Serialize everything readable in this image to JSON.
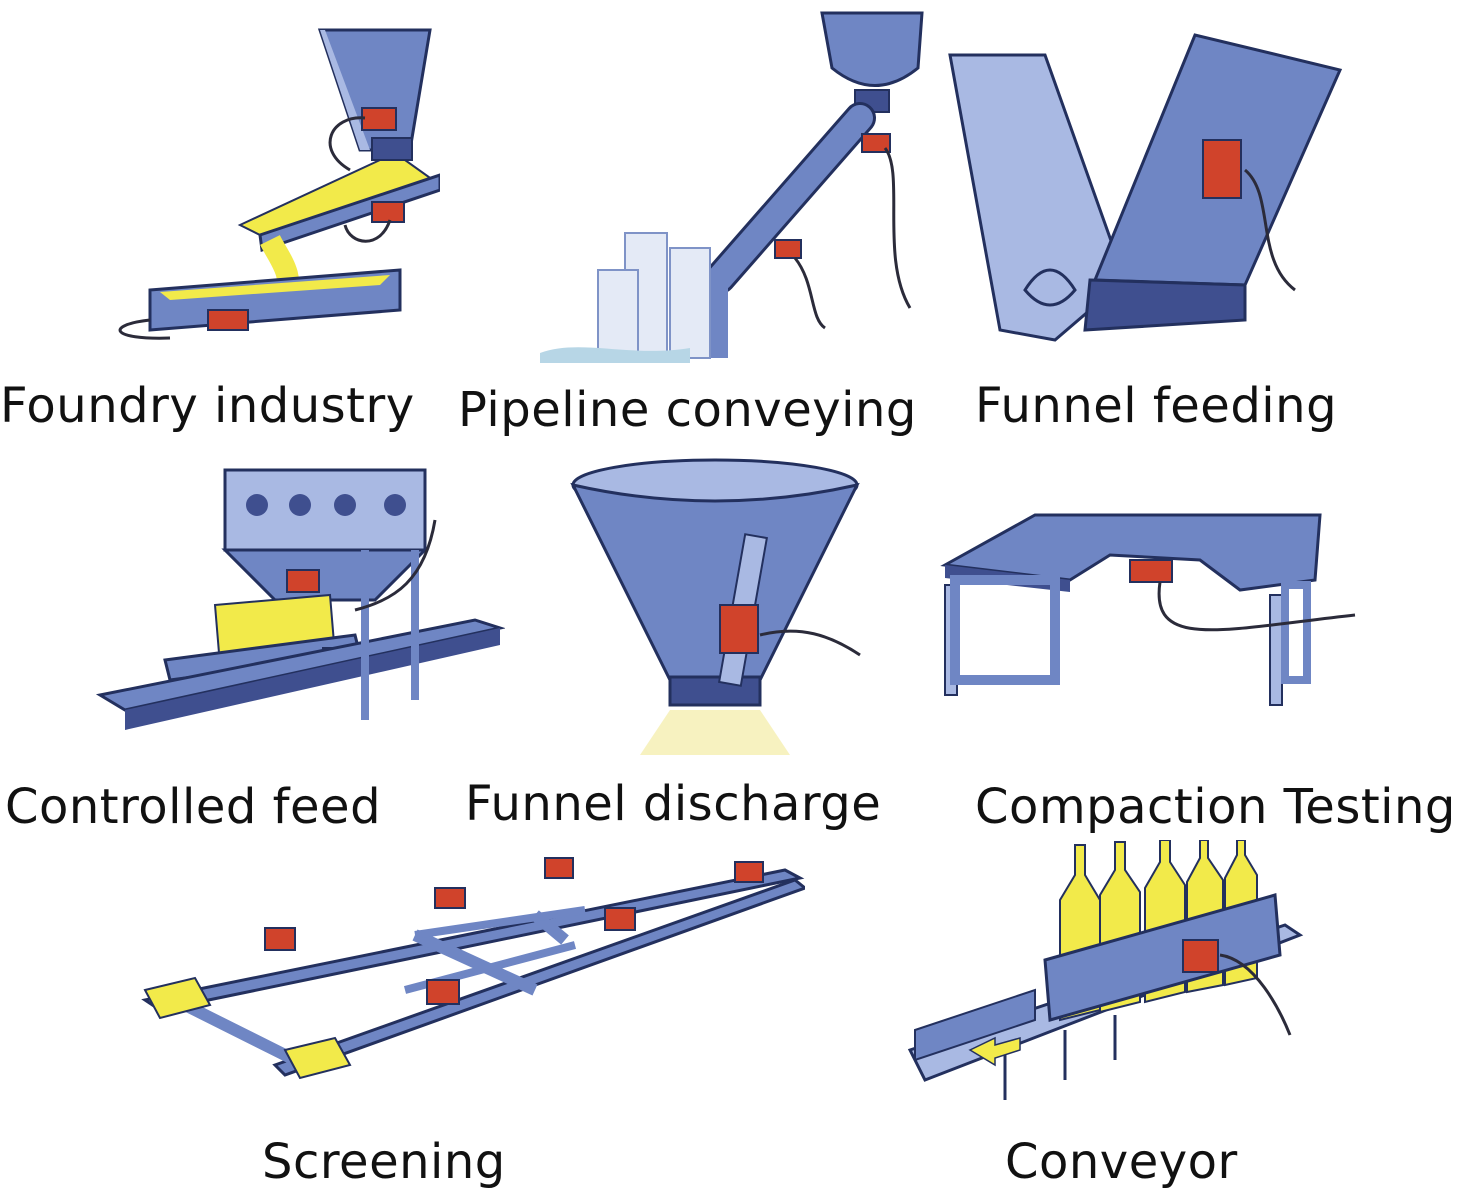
{
  "labels": {
    "foundry": "Foundry industry",
    "pipeline": "Pipeline conveying",
    "funnel_feeding": "Funnel feeding",
    "controlled_feed": "Controlled feed",
    "funnel_discharge": "Funnel discharge",
    "compaction": "Compaction Testing",
    "screening": "Screening",
    "conveyor": "Conveyor"
  },
  "colors": {
    "steel": "#6f86c4",
    "steel_dark": "#3f4f8f",
    "steel_light": "#a9b9e3",
    "motor": "#d0432b",
    "material": "#f2ea4a",
    "outline": "#23305e",
    "cable": "#2b2b3a"
  },
  "icons": [
    "vibration-motor-icon"
  ]
}
